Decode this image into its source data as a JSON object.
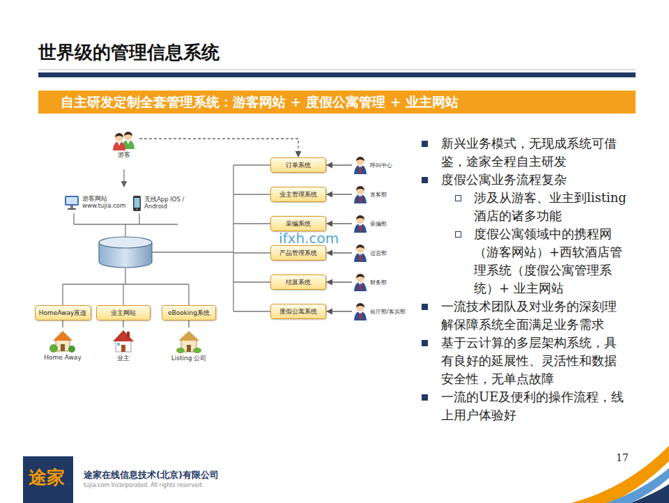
{
  "diagram": {
    "title": "世界级的管理信息系统",
    "nodes": [
      {
        "text": [
          "自主研发定制全套管理系统：游客网站 + 度假公寓管理 + 业主网站"
        ]
      },
      {
        "text": [
          "游客"
        ]
      },
      {
        "text": [
          "游客网站 www.tujia.com"
        ]
      },
      {
        "text": [
          "无线App IOS / Android"
        ]
      },
      {
        "text": [
          "订单系统"
        ]
      },
      {
        "text": [
          "业主管理系统"
        ]
      },
      {
        "text": [
          "采编系统"
        ]
      },
      {
        "text": [
          "产品管理系统"
        ]
      },
      {
        "text": [
          "结算系统"
        ]
      },
      {
        "text": [
          "度假公寓系统"
        ]
      },
      {
        "text": [
          "呼叫中心"
        ]
      },
      {
        "text": [
          "直客部"
        ]
      },
      {
        "text": [
          "采编部"
        ]
      },
      {
        "text": [
          "运营部"
        ]
      },
      {
        "text": [
          "财务部"
        ]
      },
      {
        "text": [
          "前厅部/客房部"
        ]
      },
      {
        "text": [
          "HomeAway直连"
        ]
      },
      {
        "text": [
          "业主网站"
        ]
      },
      {
        "text": [
          "eBooking系统"
        ]
      },
      {
        "text": [
          "Home Away"
        ]
      },
      {
        "text": [
          "业主"
        ]
      },
      {
        "text": [
          "Listing 公司"
        ]
      }
    ],
    "edges": [
      {
        "from": 1,
        "to": 4,
        "arrow": "to"
      },
      {
        "from": 10,
        "to": 4,
        "arrow": "to"
      },
      {
        "from": 11,
        "to": 5,
        "arrow": "to"
      },
      {
        "from": 12,
        "to": 6,
        "arrow": "to"
      },
      {
        "from": 13,
        "to": 7,
        "arrow": "to"
      },
      {
        "from": 14,
        "to": 8,
        "arrow": "to"
      },
      {
        "from": 15,
        "to": 9,
        "arrow": "to"
      },
      {
        "from": 19,
        "to": 16,
        "arrow": "none"
      },
      {
        "from": 20,
        "to": 17,
        "arrow": "none"
      },
      {
        "from": 21,
        "to": 18,
        "arrow": "none"
      }
    ],
    "labels": [
      "新兴业务模式，无现成系统可借鉴，途家全程自主研发",
      "度假公寓业务流程复杂",
      "涉及从游客、业主到listing酒店的诸多功能",
      "度假公寓领域中的携程网（游客网站）+西软酒店管理系统（度假公寓管理系统）+ 业主网站",
      "一流技术团队及对业务的深刻理解保障系统全面满足业务需求",
      "基于云计算的多层架构系统，具有良好的延展性、灵活性和数据安全性，无单点故障",
      "一流的UE及便利的操作流程，线上用户体验好",
      "ifxh.com",
      "途家",
      "途家在线信息技术(北京)有限公司",
      "tujia.com Incorporated. All rights reserved.",
      "17"
    ]
  }
}
